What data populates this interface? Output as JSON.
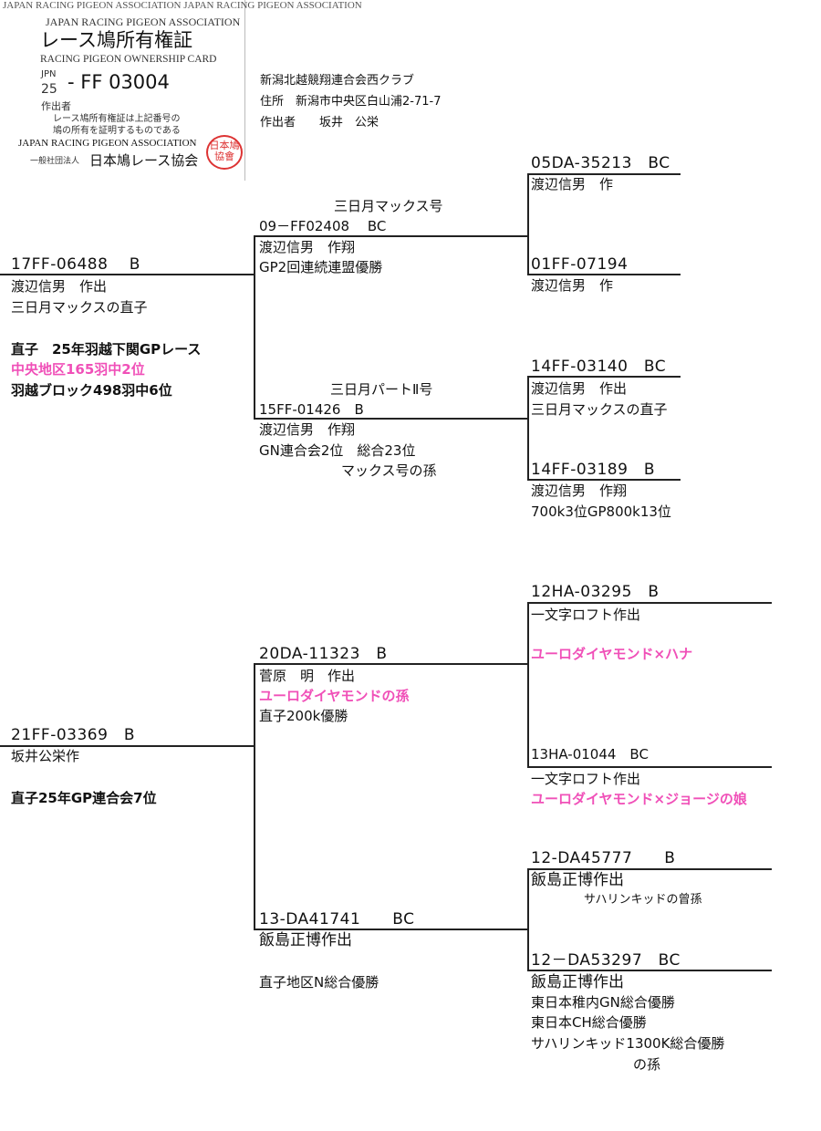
{
  "card": {
    "top_border": "JAPAN RACING PIGEON ASSOCIATION JAPAN RACING PIGEON ASSOCIATION",
    "assoc_en": "JAPAN RACING PIGEON ASSOCIATION",
    "title_jp": "レース鳩所有権証",
    "title_en": "RACING PIGEON OWNERSHIP CARD",
    "country": "JPN",
    "year": "25",
    "ring": "- FF  03004",
    "breeder_label": "作出者",
    "note_line1": "レース鳩所有権証は上記番号の",
    "note_line2": "鳩の所有を証明するものである",
    "assoc_en_bottom": "JAPAN RACING PIGEON ASSOCIATION",
    "assoc_jp_prefix": "一般社団法人",
    "assoc_jp": "日本鳩レース協会",
    "stamp": "日本鳩協會"
  },
  "header": {
    "club": "新潟北越競翔連合会西クラブ",
    "address": "住所　新潟市中央区白山浦2-71-7",
    "breeder": "作出者　　坂井　公栄"
  },
  "subject_top": {
    "ring": "17FF-06488　 B",
    "breeder": "渡辺信男　作出",
    "note": "三日月マックスの直子",
    "perf1": "直子　25年羽越下関GPレース",
    "perf2": "中央地区165羽中2位",
    "perf3": "羽越ブロック498羽中6位"
  },
  "sire": {
    "name": "三日月マックス号",
    "ring": "09－FF02408　 BC",
    "breeder": "渡辺信男　作翔",
    "note": "GP2回連続連盟優勝"
  },
  "sire_sire": {
    "ring": "05DA-35213　BC",
    "breeder": "渡辺信男　作"
  },
  "sire_dam": {
    "ring": "01FF-07194",
    "breeder": "渡辺信男　作"
  },
  "dam": {
    "name": "三日月パートⅡ号",
    "ring": "15FF-01426　B",
    "breeder": "渡辺信男　作翔",
    "note1": "GN連合会2位　総合23位",
    "note2": "マックス号の孫"
  },
  "dam_sire": {
    "ring": "14FF-03140　BC",
    "breeder": "渡辺信男　作出",
    "note": "三日月マックスの直子"
  },
  "dam_dam": {
    "ring": "14FF-03189　B",
    "breeder": "渡辺信男　作翔",
    "note": "700k3位GP800k13位"
  },
  "subject_bottom": {
    "ring": "21FF-03369　B",
    "breeder": "坂井公栄作",
    "perf": "直子25年GP連合会7位"
  },
  "sire2": {
    "ring": "20DA-11323　B",
    "breeder": "菅原　明　作出",
    "note1": "ユーロダイヤモンドの孫",
    "note2": "直子200k優勝"
  },
  "sire2_sire": {
    "ring": "12HA-03295　B",
    "breeder": "一文字ロフト作出",
    "note": "ユーロダイヤモンド×ハナ"
  },
  "sire2_dam": {
    "ring": "13HA-01044　BC",
    "breeder": "一文字ロフト作出",
    "note": "ユーロダイヤモンド×ジョージの娘"
  },
  "dam2": {
    "ring": "13-DA41741　　BC",
    "breeder": "飯島正博作出",
    "note": "直子地区N総合優勝"
  },
  "dam2_sire": {
    "ring": "12-DA45777　　B",
    "breeder": "飯島正博作出",
    "note": "サハリンキッドの曾孫"
  },
  "dam2_dam": {
    "ring": "12－DA53297　BC",
    "breeder": "飯島正博作出",
    "note1": "東日本稚内GN総合優勝",
    "note2": "東日本CH総合優勝",
    "note3": "サハリンキッド1300K総合優勝",
    "note4": "の孫"
  },
  "colors": {
    "highlight": "#f050b8"
  }
}
